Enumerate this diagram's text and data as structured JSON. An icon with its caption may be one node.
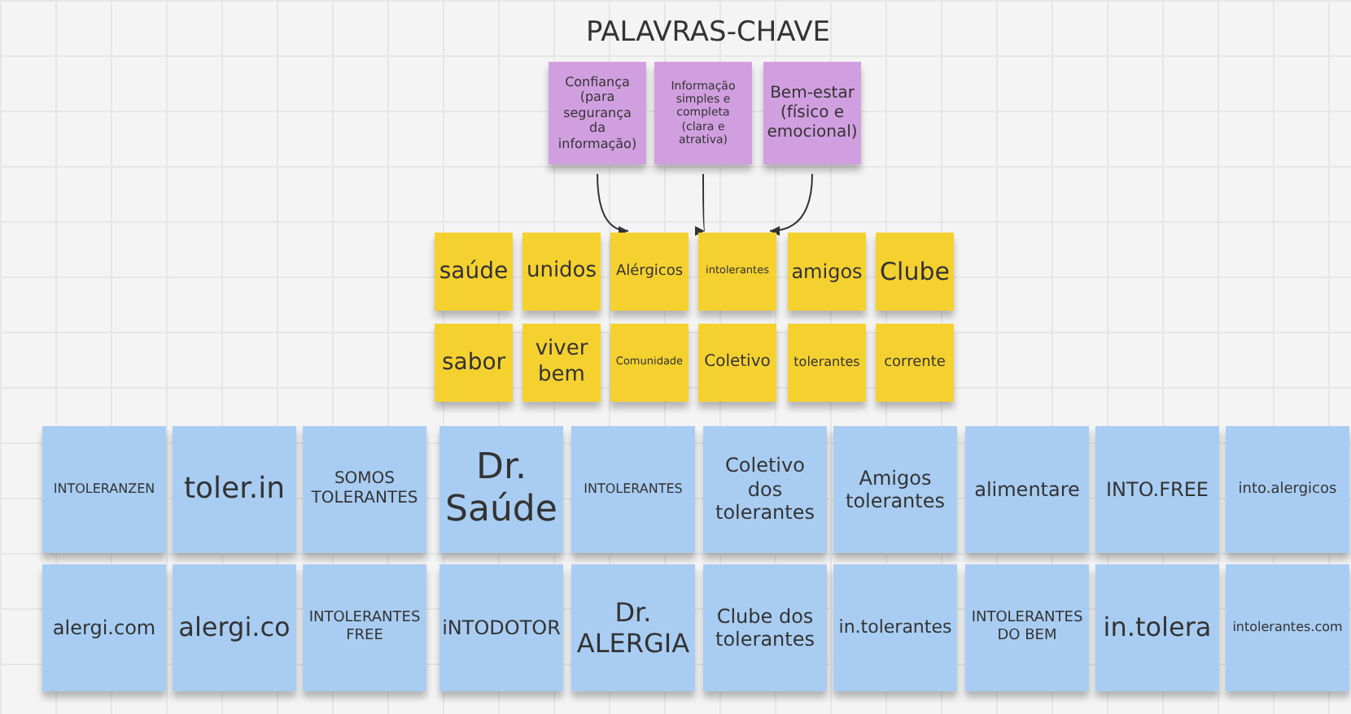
{
  "diagram": {
    "title": "PALAVRAS-CHAVE",
    "nodes": [
      {
        "text": [
          "Confiança (para segurança da informação)"
        ]
      },
      {
        "text": [
          "Informação simples e completa (clara e atrativa)"
        ]
      },
      {
        "text": [
          "Bem-estar (físico e emocional)"
        ]
      },
      {
        "text": [
          "saúde"
        ]
      },
      {
        "text": [
          "unidos"
        ]
      },
      {
        "text": [
          "Alérgicos"
        ]
      },
      {
        "text": [
          "intolerantes"
        ]
      },
      {
        "text": [
          "amigos"
        ]
      },
      {
        "text": [
          "Clube"
        ]
      },
      {
        "text": [
          "sabor"
        ]
      },
      {
        "text": [
          "viver bem"
        ]
      },
      {
        "text": [
          "Comunidade"
        ]
      },
      {
        "text": [
          "Coletivo"
        ]
      },
      {
        "text": [
          "tolerantes"
        ]
      },
      {
        "text": [
          "corrente"
        ]
      },
      {
        "text": [
          "INTOLERANZEN"
        ]
      },
      {
        "text": [
          "toler.in"
        ]
      },
      {
        "text": [
          "SOMOS TOLERANTES"
        ]
      },
      {
        "text": [
          "Dr. Saúde"
        ]
      },
      {
        "text": [
          "INTOLERANTES"
        ]
      },
      {
        "text": [
          "Coletivo dos tolerantes"
        ]
      },
      {
        "text": [
          "Amigos tolerantes"
        ]
      },
      {
        "text": [
          "alimentare"
        ]
      },
      {
        "text": [
          "INTO.FREE"
        ]
      },
      {
        "text": [
          "into.alergicos"
        ]
      },
      {
        "text": [
          "alergi.com"
        ]
      },
      {
        "text": [
          "alergi.co"
        ]
      },
      {
        "text": [
          "INTOLERANTES FREE"
        ]
      },
      {
        "text": [
          "iNTODOTOR"
        ]
      },
      {
        "text": [
          "Dr. ALERGIA"
        ]
      },
      {
        "text": [
          "Clube dos tolerantes"
        ]
      },
      {
        "text": [
          "in.tolerantes"
        ]
      },
      {
        "text": [
          "INTOLERANTES DO BEM"
        ]
      },
      {
        "text": [
          "in.tolera"
        ]
      },
      {
        "text": [
          "intolerantes.com"
        ]
      }
    ],
    "edges": [
      {
        "from": 0,
        "to": 5,
        "arrow": "to"
      },
      {
        "from": 1,
        "to": 6,
        "arrow": "to"
      },
      {
        "from": 2,
        "to": 6,
        "arrow": "to"
      }
    ]
  }
}
